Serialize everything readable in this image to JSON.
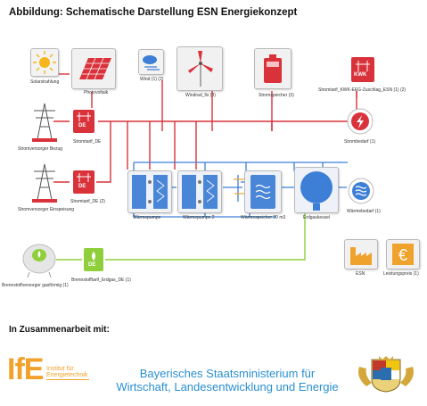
{
  "header": {
    "title": "Abbildung: Schematische Darstellung ESN Energiekonzept"
  },
  "components": {
    "solar": "Solarstrahlung",
    "pv": "Photovoltaik",
    "wind": "Wind (1) (2)",
    "windrad": "Windrad_fix (3)",
    "battery": "Stromspeicher (3)",
    "kwk": "Stromtarif_KWK-EEG-Zuschlag_ESN (1) (2)",
    "kwk_badge": "KWK",
    "grid_supply": "Stromversorger Bezug",
    "tariff_de": "Stromtarif_DE",
    "de_badge": "DE",
    "power_demand": "Strombedarf (1)",
    "grid_feed": "Stromversorger Einspeisung",
    "tariff_de2": "Stromtarif_DE (2)",
    "hp1": "Wärmepumpe",
    "hp2": "Wärmepumpe 2",
    "heat_storage": "Wärmespeicher 20 m3",
    "boiler": "Erdgaskessel",
    "heat_demand": "Wärmebedarf (1)",
    "esn": "ESN",
    "price": "Leistungspreis (1)",
    "fuel_supply": "Brennstoffversorger gasförmig (1)",
    "fuel_tariff": "Brennstofftarif_Erdgas_DE (1)"
  },
  "footer": {
    "collab": "In Zusammenarbeit mit:",
    "ife_short": "IfE",
    "ife_line1": "Institut für",
    "ife_line2": "Energietechnik",
    "ministry_line1": "Bayerisches Staatsministerium für",
    "ministry_line2": "Wirtschaft, Landesentwicklung und Energie"
  },
  "colors": {
    "electric": "#d9323a",
    "heat": "#3d7fd6",
    "gas": "#8fcf3c",
    "ife": "#f2a22a",
    "ministry": "#2a8fd0"
  }
}
